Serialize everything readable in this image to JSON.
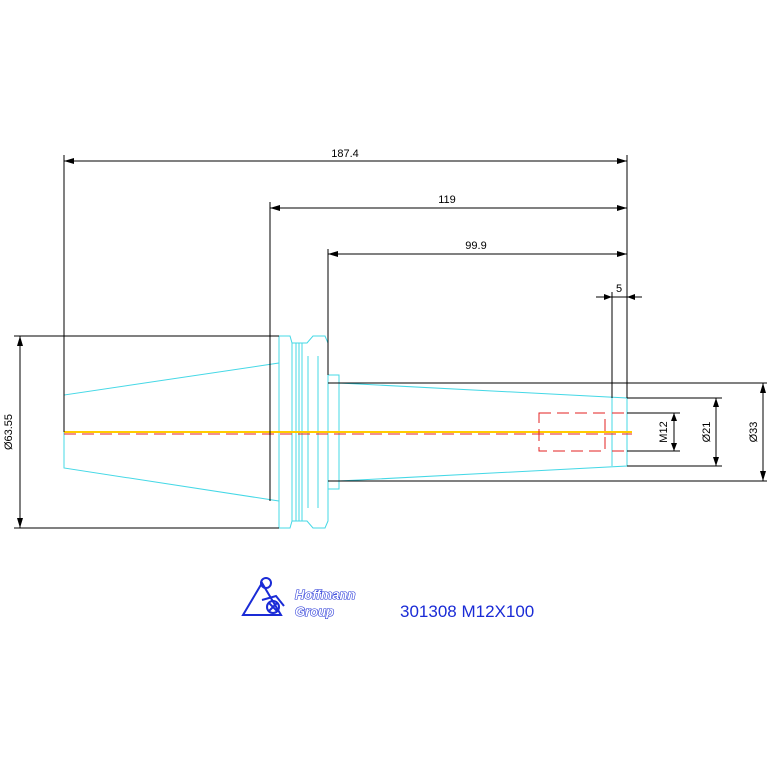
{
  "drawing": {
    "dimensions": {
      "overall_length": "187.4",
      "taper_to_tip": "119",
      "shank_length": "99.9",
      "tip_offset": "5",
      "flange_diameter": "Ø63.55",
      "thread_size": "M12",
      "bore_diameter": "Ø21",
      "nose_diameter": "Ø33"
    },
    "logo": {
      "line1": "Hoffmann",
      "line2": "Group"
    },
    "part_label": "301308 M12X100"
  },
  "colors": {
    "outline": "#45d8e6",
    "dimension": "#000000",
    "centerline": "#ffcc00",
    "hidden_line": "#e32222",
    "brand": "#1a2bd6"
  }
}
